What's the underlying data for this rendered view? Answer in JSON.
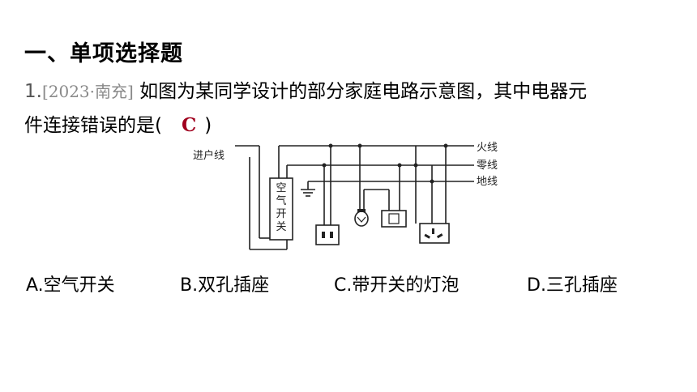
{
  "section": {
    "title": "一、单项选择题"
  },
  "question": {
    "number": "1.",
    "source": "[2023·南充]",
    "text_line1": "如图为某同学设计的部分家庭电路示意图，其中电器元",
    "text_line2": "件连接错误的是(",
    "answer": "C",
    "close": ")"
  },
  "diagram": {
    "label_inlet": "进户线",
    "label_live": "火线",
    "label_neutral": "零线",
    "label_ground": "地线",
    "switch_chars": [
      "空",
      "气",
      "开",
      "关"
    ]
  },
  "options": [
    {
      "label": "A.空气开关"
    },
    {
      "label": "B.双孔插座"
    },
    {
      "label": "C.带开关的灯泡"
    },
    {
      "label": "D.三孔插座"
    }
  ]
}
